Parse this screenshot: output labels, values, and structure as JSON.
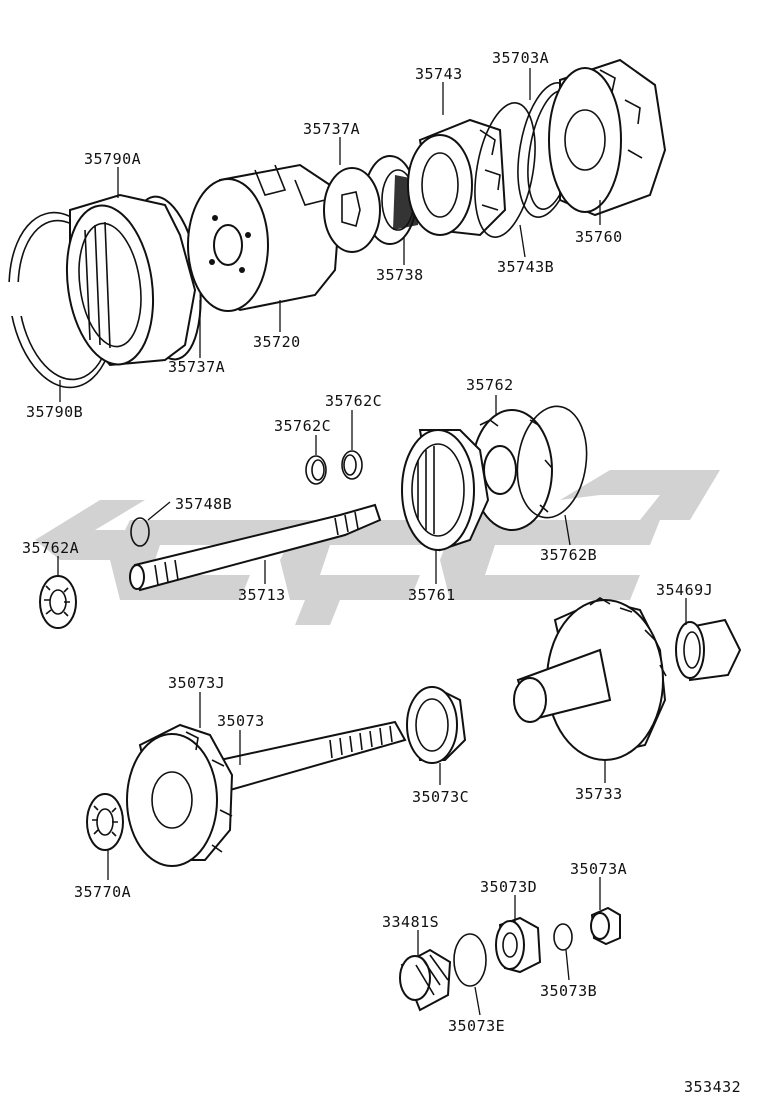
{
  "diagram": {
    "reference_code": "353432",
    "parts": [
      {
        "id": "p35703A",
        "number": "35703A"
      },
      {
        "id": "p35743",
        "number": "35743"
      },
      {
        "id": "p35737A_top",
        "number": "35737A"
      },
      {
        "id": "p35790A",
        "number": "35790A"
      },
      {
        "id": "p35760",
        "number": "35760"
      },
      {
        "id": "p35743B",
        "number": "35743B"
      },
      {
        "id": "p35738",
        "number": "35738"
      },
      {
        "id": "p35720",
        "number": "35720"
      },
      {
        "id": "p35737A_bottom",
        "number": "35737A"
      },
      {
        "id": "p35790B",
        "number": "35790B"
      },
      {
        "id": "p35762",
        "number": "35762"
      },
      {
        "id": "p35762C_right",
        "number": "35762C"
      },
      {
        "id": "p35762C_left",
        "number": "35762C"
      },
      {
        "id": "p35748B",
        "number": "35748B"
      },
      {
        "id": "p35762A",
        "number": "35762A"
      },
      {
        "id": "p35713",
        "number": "35713"
      },
      {
        "id": "p35761",
        "number": "35761"
      },
      {
        "id": "p35762B",
        "number": "35762B"
      },
      {
        "id": "p35469J",
        "number": "35469J"
      },
      {
        "id": "p35073J",
        "number": "35073J"
      },
      {
        "id": "p35073",
        "number": "35073"
      },
      {
        "id": "p35073C",
        "number": "35073C"
      },
      {
        "id": "p35733",
        "number": "35733"
      },
      {
        "id": "p35770A",
        "number": "35770A"
      },
      {
        "id": "p35073D",
        "number": "35073D"
      },
      {
        "id": "p35073A",
        "number": "35073A"
      },
      {
        "id": "p33481S",
        "number": "33481S"
      },
      {
        "id": "p35073B",
        "number": "35073B"
      },
      {
        "id": "p35073E",
        "number": "35073E"
      }
    ]
  }
}
